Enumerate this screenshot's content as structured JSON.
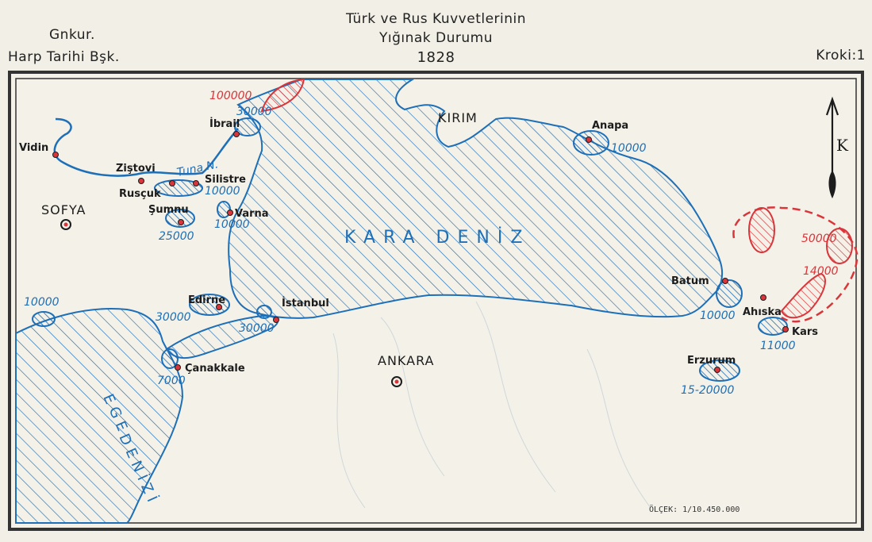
{
  "header": {
    "left_line1": "Gnkur.",
    "left_line2": "Harp Tarihi Bşk.",
    "title_line1": "Türk ve Rus Kuvvetlerinin",
    "title_line2": "Yığınak Durumu",
    "title_line3": "1828",
    "right": "Kroki:1"
  },
  "places": {
    "vidin": "Vidin",
    "zistovi": "Ziştovi",
    "ruscuk": "Rusçuk",
    "silistre": "Silistre",
    "ibrail": "İbrail",
    "sofya": "SOFYA",
    "sumnu": "Şumnu",
    "varna": "Varna",
    "kirim": "KIRIM",
    "anapa": "Anapa",
    "edirne": "Edirne",
    "istanbul": "İstanbul",
    "canakkale": "Çanakkale",
    "ankara": "ANKARA",
    "batum": "Batum",
    "ahiska": "Ahıska",
    "kars": "Kars",
    "erzurum": "Erzurum"
  },
  "water": {
    "black_sea": "KARA DENİZ",
    "aegean_1": "EGE",
    "aegean_2": "DENİZİ",
    "danube": "Tuna N."
  },
  "forces": {
    "ottoman": {
      "color": "#1d6fb8",
      "ibrail": "30000",
      "anapa": "10000",
      "silistre": "10000",
      "varna": "10000",
      "sumnu": "25000",
      "west": "10000",
      "edirne": "30000",
      "istanbul": "30000",
      "canakkale": "7000",
      "batum": "10000",
      "kars": "11000",
      "erzurum": "15-20000"
    },
    "russian": {
      "color": "#d9353a",
      "danube": "100000",
      "caucasus_a": "50000",
      "caucasus_b": "14000"
    }
  },
  "scale": "ÖLÇEK: 1/10.450.000",
  "north_letter": "K"
}
